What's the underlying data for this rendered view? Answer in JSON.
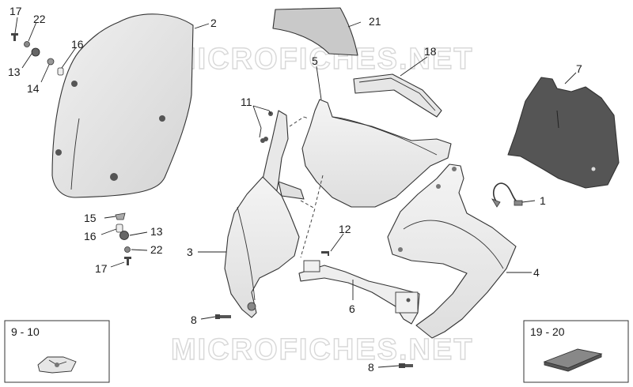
{
  "watermark": "MICROFICHES.NET",
  "callouts": {
    "c1": "1",
    "c2": "2",
    "c3": "3",
    "c4": "4",
    "c5": "5",
    "c6": "6",
    "c7": "7",
    "c8a": "8",
    "c8b": "8",
    "c11": "11",
    "c12": "12",
    "c13a": "13",
    "c13b": "13",
    "c14": "14",
    "c15": "15",
    "c16a": "16",
    "c16b": "16",
    "c17a": "17",
    "c17b": "17",
    "c18": "18",
    "c21": "21",
    "c22a": "22",
    "c22b": "22"
  },
  "insets": {
    "left_label": "9 - 10",
    "right_label": "19 - 20"
  }
}
